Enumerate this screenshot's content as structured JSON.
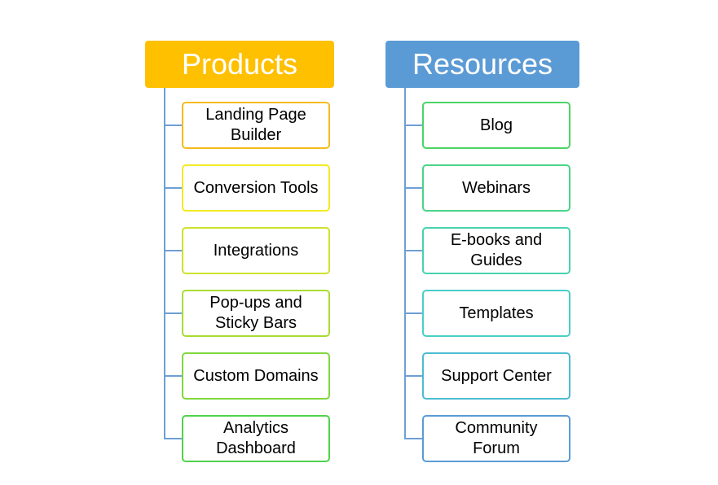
{
  "colors": {
    "products_header": "#ffc000",
    "resources_header": "#5b9bd5",
    "connector": "#6f9fd6"
  },
  "products": {
    "title": "Products",
    "items": [
      {
        "label": "Landing Page Builder",
        "lines": [
          "Landing Page",
          "Builder"
        ],
        "border": "#f5bb1c"
      },
      {
        "label": "Conversion Tools",
        "lines": [
          "Conversion Tools"
        ],
        "border": "#f2ea24"
      },
      {
        "label": "Integrations",
        "lines": [
          "Integrations"
        ],
        "border": "#cde22a"
      },
      {
        "label": "Pop-ups and Sticky Bars",
        "lines": [
          "Pop-ups and",
          "Sticky Bars"
        ],
        "border": "#a8dc32"
      },
      {
        "label": "Custom Domains",
        "lines": [
          "Custom Domains"
        ],
        "border": "#7fd83c"
      },
      {
        "label": "Analytics Dashboard",
        "lines": [
          "Analytics",
          "Dashboard"
        ],
        "border": "#4fd24a"
      }
    ]
  },
  "resources": {
    "title": "Resources",
    "items": [
      {
        "label": "Blog",
        "lines": [
          "Blog"
        ],
        "border": "#4cd465"
      },
      {
        "label": "Webinars",
        "lines": [
          "Webinars"
        ],
        "border": "#4ad48b"
      },
      {
        "label": "E-books and Guides",
        "lines": [
          "E-books and",
          "Guides"
        ],
        "border": "#48d2ad"
      },
      {
        "label": "Templates",
        "lines": [
          "Templates"
        ],
        "border": "#48cfc6"
      },
      {
        "label": "Support Center",
        "lines": [
          "Support Center"
        ],
        "border": "#4cbcd2"
      },
      {
        "label": "Community Forum",
        "lines": [
          "Community",
          "Forum"
        ],
        "border": "#5b9bd5"
      }
    ]
  }
}
